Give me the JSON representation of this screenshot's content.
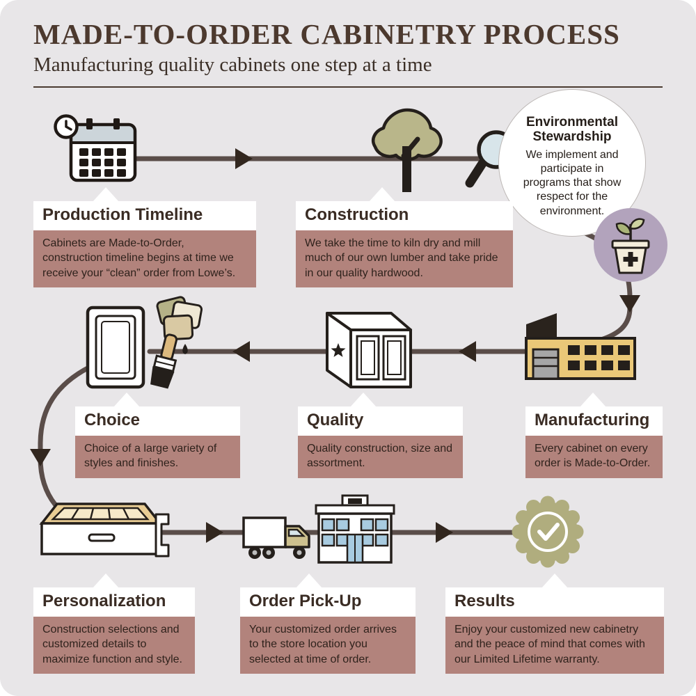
{
  "header": {
    "title": "MADE-TO-ORDER CABINETRY PROCESS",
    "subtitle": "Manufacturing quality cabinets one step at a time"
  },
  "colors": {
    "background": "#e8e6e8",
    "title_text": "#4c392e",
    "card_label_bg": "#ffffff",
    "card_label_text": "#3a2c24",
    "card_desc_bg": "#b2837c",
    "card_desc_text": "#2f221c",
    "flow_line": "#5a4d49",
    "arrow": "#32271f",
    "tree_green": "#b9b68a",
    "factory_yellow": "#eac878",
    "plant_circle_purple": "#b2a3bc",
    "badge_olive": "#b0ad7e",
    "window_blue": "#a8cbe0"
  },
  "steps": [
    {
      "id": "production-timeline",
      "label": "Production Timeline",
      "description": "Cabinets are Made-to-Order, construction timeline begins at time we receive your “clean” order  from Lowe’s.",
      "icon": "calendar-clock-icon"
    },
    {
      "id": "construction",
      "label": "Construction",
      "description": "We take the time to kiln dry and mill much of our own lumber and take pride in our quality hardwood.",
      "icon": "tree-magnifier-icon"
    },
    {
      "id": "environmental-stewardship",
      "label": "Environmental Stewardship",
      "description": "We implement and participate in programs that show respect for the environment.",
      "icon": "plant-pot-icon"
    },
    {
      "id": "manufacturing",
      "label": "Manufacturing",
      "description": "Every cabinet on every order is Made-to-Order.",
      "icon": "factory-icon"
    },
    {
      "id": "quality",
      "label": "Quality",
      "description": "Quality construction, size and assortment.",
      "icon": "cabinet-star-icon"
    },
    {
      "id": "choice",
      "label": "Choice",
      "description": "Choice of a large variety of styles and finishes.",
      "icon": "door-swatches-paintbrush-icon"
    },
    {
      "id": "personalization",
      "label": "Personalization",
      "description": "Construction selections and customized details to maximize function and style.",
      "icon": "drawer-icon"
    },
    {
      "id": "order-pickup",
      "label": "Order Pick-Up",
      "description": "Your customized order arrives to the store location you selected at time of order.",
      "icon": "truck-store-icon"
    },
    {
      "id": "results",
      "label": "Results",
      "description": "Enjoy  your customized new cabinetry and the peace of mind that comes with our Limited Lifetime warranty.",
      "icon": "award-seal-icon"
    }
  ]
}
